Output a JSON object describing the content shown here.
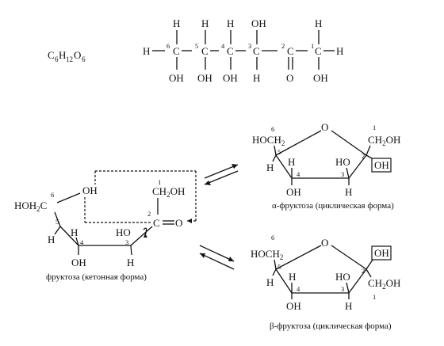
{
  "formula": {
    "c": "C",
    "c_n": "6",
    "h": "H",
    "h_n": "12",
    "o": "O",
    "o_n": "6"
  },
  "atoms": {
    "H": "H",
    "C": "C",
    "O": "O",
    "OH": "OH",
    "HO": "HO",
    "HOH2C": "HOH",
    "HOCH": "HOCH",
    "CH": "CH",
    "two": "2"
  },
  "numbers": {
    "n1": "1",
    "n2": "2",
    "n3": "3",
    "n4": "4",
    "n5": "5",
    "n6": "6"
  },
  "captions": {
    "keto": "фруктоза (кетонная форма)",
    "alpha": "α-фруктоза (циклическая форма)",
    "beta": "β-фруктоза (циклическая форма)"
  }
}
